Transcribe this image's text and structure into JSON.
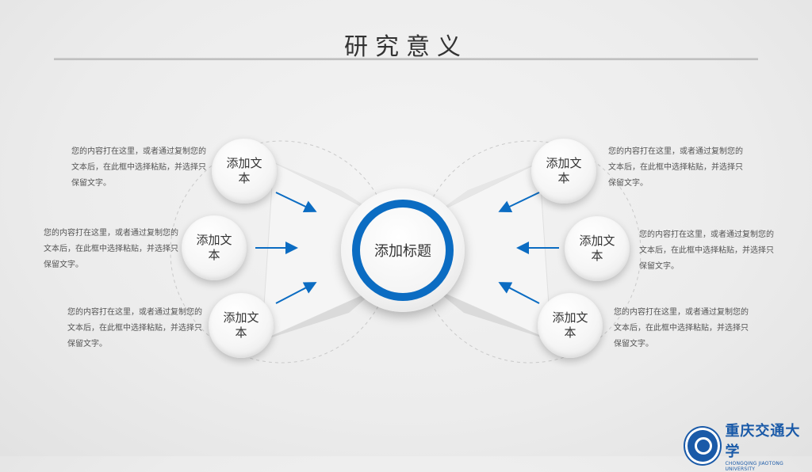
{
  "title": "研究意义",
  "center": {
    "label": "添加标题"
  },
  "colors": {
    "accent": "#0b6cc2",
    "logo": "#1a5aa8"
  },
  "nodes": [
    {
      "label": "添加文本"
    },
    {
      "label": "添加文本"
    },
    {
      "label": "添加文本"
    },
    {
      "label": "添加文本"
    },
    {
      "label": "添加文本"
    },
    {
      "label": "添加文本"
    }
  ],
  "descriptions": [
    "您的内容打在这里，或者通过复制您的文本后，在此框中选择粘贴，并选择只保留文字。",
    "您的内容打在这里，或者通过复制您的文本后，在此框中选择粘贴，并选择只保留文字。",
    "您的内容打在这里，或者通过复制您的文本后，在此框中选择粘贴，并选择只保留文字。",
    "您的内容打在这里，或者通过复制您的文本后，在此框中选择粘贴，并选择只保留文字。",
    "您的内容打在这里，或者通过复制您的文本后，在此框中选择粘贴，并选择只保留文字。",
    "您的内容打在这里，或者通过复制您的文本后，在此框中选择粘贴，并选择只保留文字。"
  ],
  "logo": {
    "name_cn": "重庆交通大学",
    "name_en": "CHONGQING JIAOTONG UNIVERSITY"
  }
}
